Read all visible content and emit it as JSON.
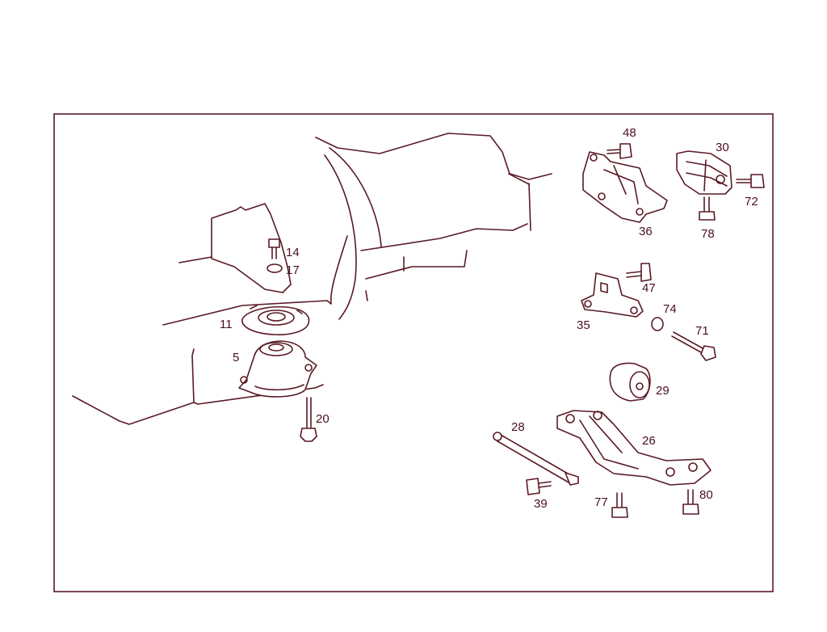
{
  "colors": {
    "line": "#5a1a24",
    "text": "#4a0f1c",
    "background": "#ffffff"
  },
  "parts": {
    "p48": "48",
    "p30": "30",
    "p72": "72",
    "p36": "36",
    "p78": "78",
    "p14": "14",
    "p17": "17",
    "p11": "11",
    "p5": "5",
    "p20": "20",
    "p47": "47",
    "p35": "35",
    "p74": "74",
    "p71": "71",
    "p29": "29",
    "p28": "28",
    "p26": "26",
    "p39": "39",
    "p77": "77",
    "p80": "80"
  }
}
